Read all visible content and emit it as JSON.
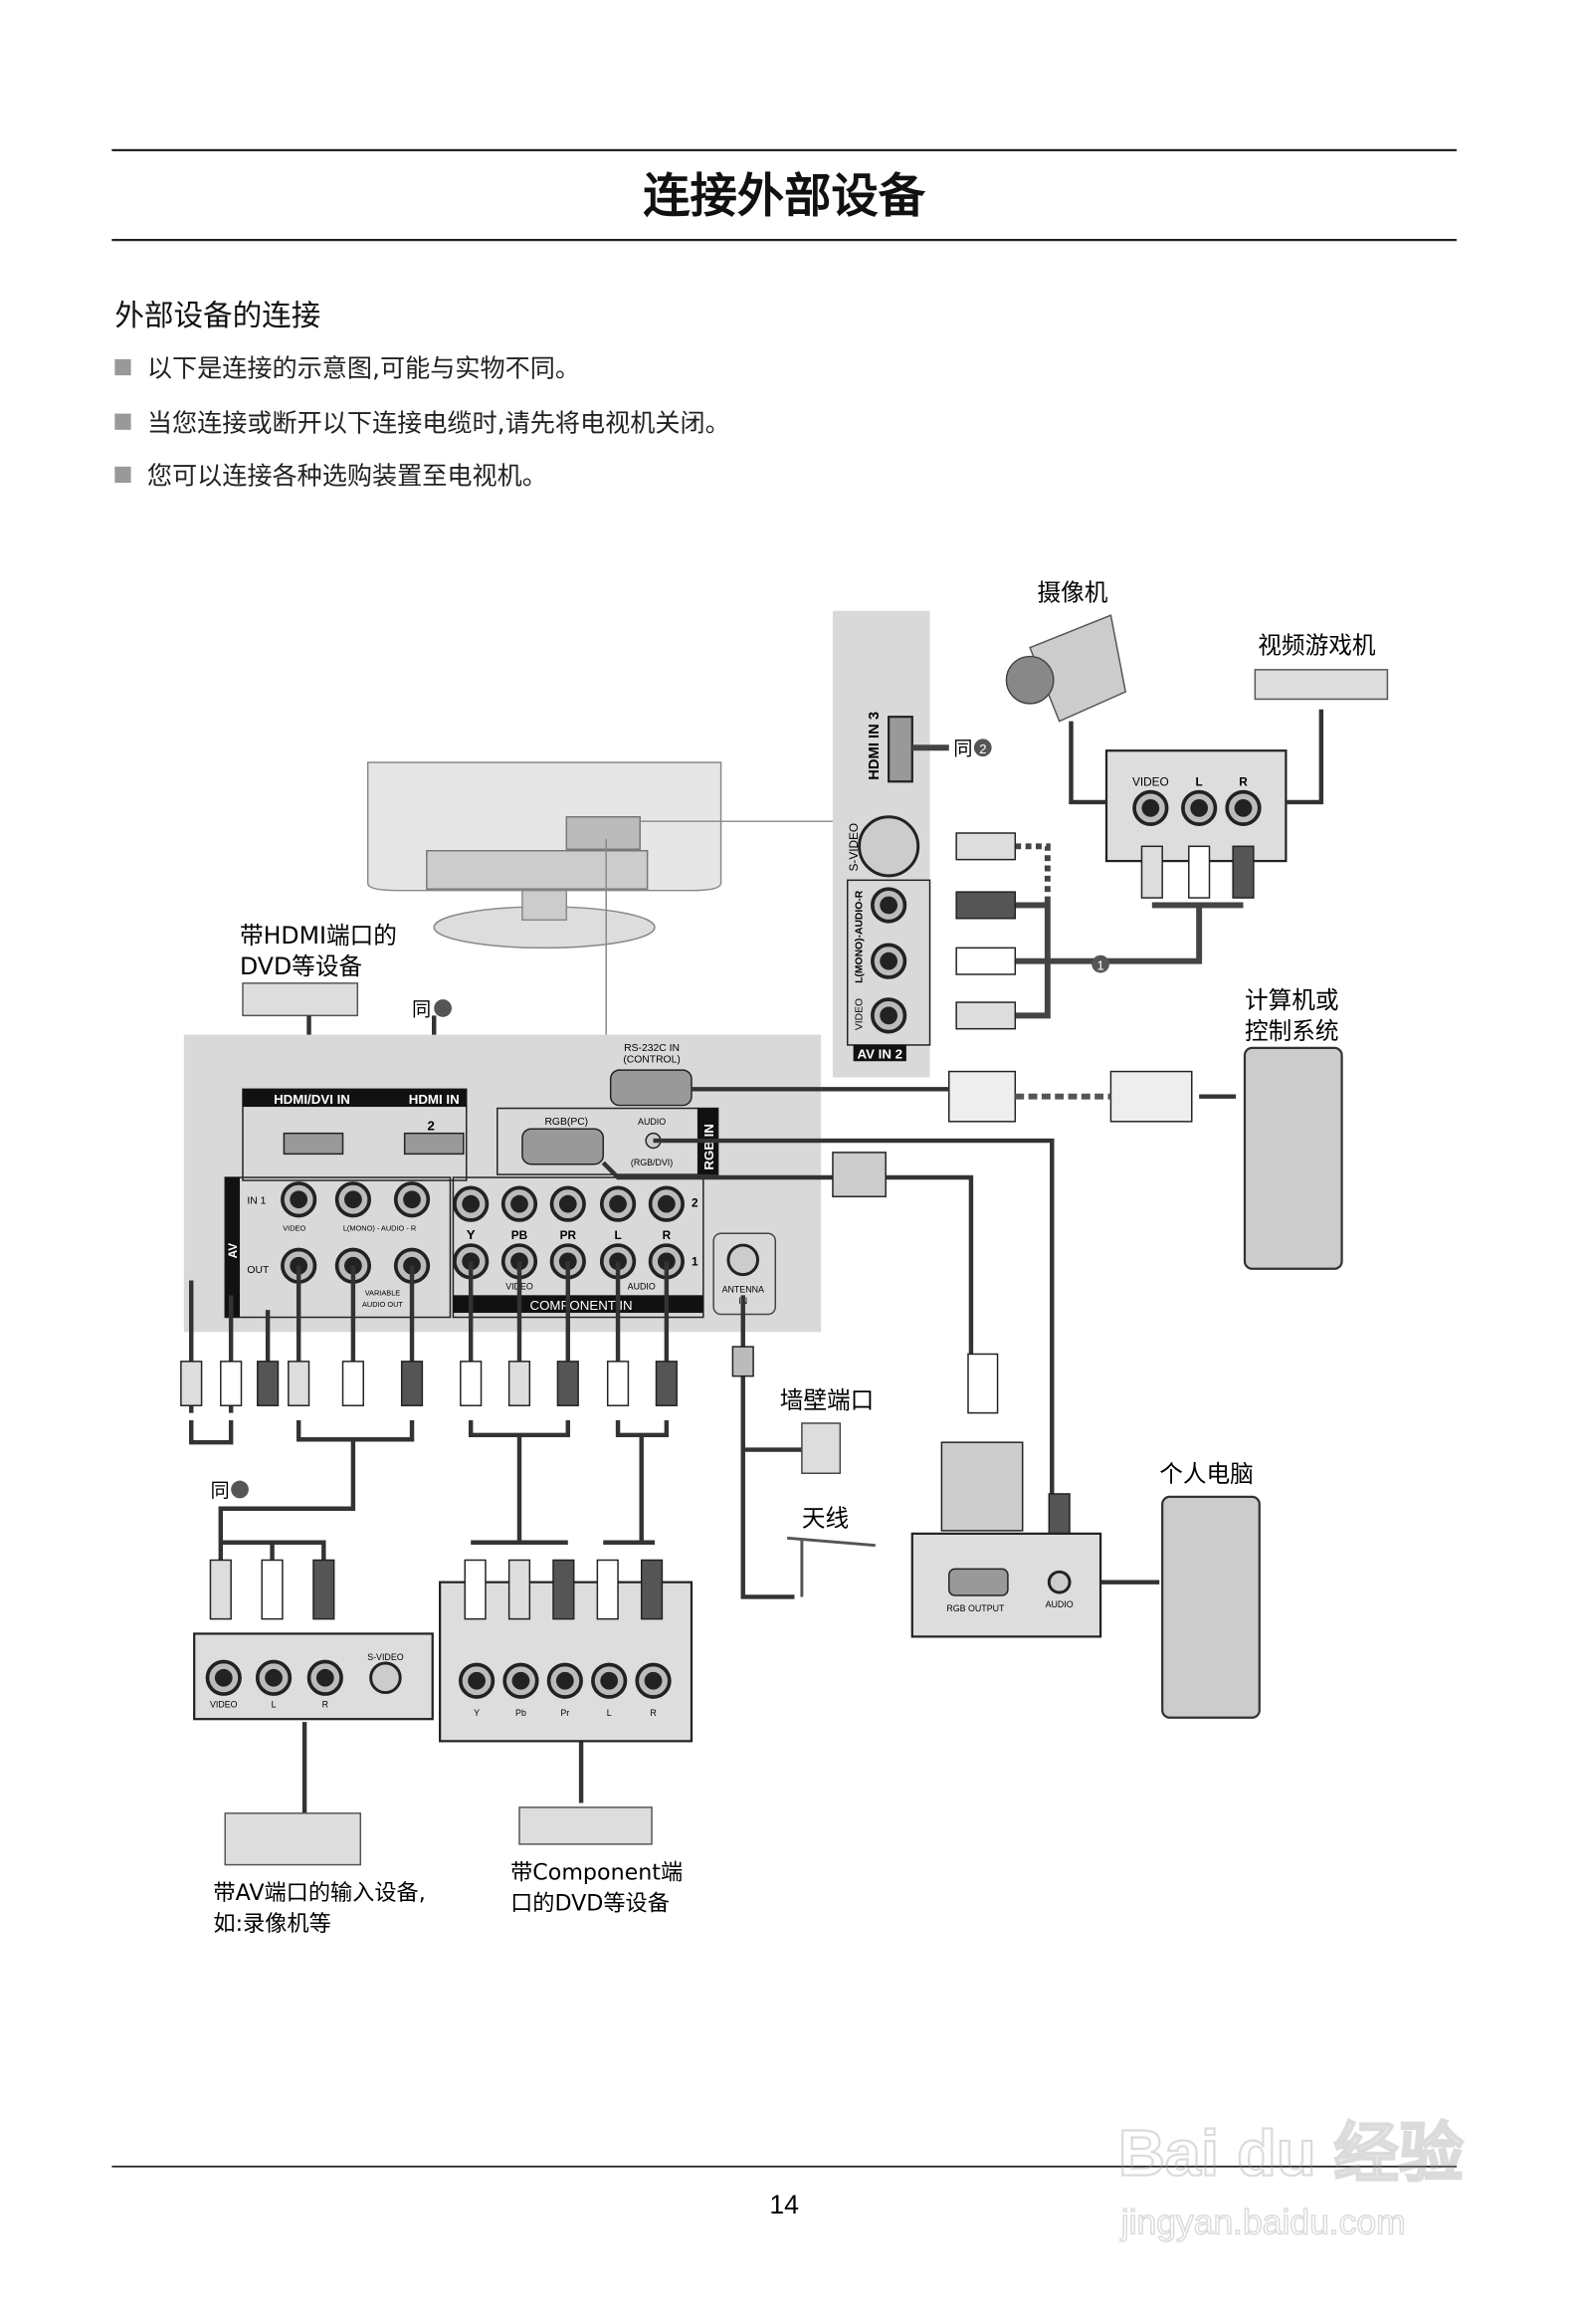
{
  "header": {
    "title": "连接外部设备"
  },
  "section": {
    "heading": "外部设备的连接",
    "bullets": [
      "以下是连接的示意图,可能与实物不同。",
      "当您连接或断开以下连接电缆时,请先将电视机关闭。",
      "您可以连接各种选购装置至电视机。"
    ]
  },
  "diagram": {
    "devices": {
      "camcorder": "摄像机",
      "game": "视频游戏机",
      "pc_control_1": "计算机或",
      "pc_control_2": "控制系统",
      "hdmi_dvd_1": "带HDMI端口的",
      "hdmi_dvd_2": "DVD等设备",
      "pc": "个人电脑",
      "wall": "墙壁端口",
      "antenna": "天线",
      "av_dev_1": "带AV端口的输入设备,",
      "av_dev_2": "如:录像机等",
      "comp_dev_1": "带Component端",
      "comp_dev_2": "口的DVD等设备"
    },
    "refs": {
      "same2": "同",
      "same1": "同",
      "n1": "1",
      "n2": "2"
    },
    "side_panel": {
      "hdmi3": "HDMI IN 3",
      "svideo": "S-VIDEO",
      "audio": "L(MONO)-AUDIO-R",
      "video": "VIDEO",
      "avin2": "AV IN 2"
    },
    "main_panel": {
      "hdmi_dvi_in": "HDMI/DVI IN",
      "hdmi_in": "HDMI IN",
      "hdmi_num": "2",
      "rs232": "RS-232C IN",
      "control": "(CONTROL)",
      "rgb_pc": "RGB(PC)",
      "audio": "AUDIO",
      "rgb_dvi": "(RGB/DVI)",
      "rgb_in": "RGB IN",
      "av": "AV",
      "in1": "IN 1",
      "out": "OUT",
      "video": "VIDEO",
      "lmono": "L(MONO) - AUDIO - R",
      "variable": "VARIABLE",
      "audio_out": "AUDIO OUT",
      "y": "Y",
      "pb": "PB",
      "pr": "PR",
      "l": "L",
      "r": "R",
      "two": "2",
      "one": "1",
      "comp_video": "VIDEO",
      "comp_audio": "AUDIO",
      "component_in": "COMPONENT IN",
      "antenna": "ANTENNA",
      "antenna_in": "IN"
    },
    "cam_box": {
      "video": "VIDEO",
      "l": "L",
      "r": "R"
    },
    "av_box": {
      "video": "VIDEO",
      "l": "L",
      "r": "R",
      "svideo": "S-VIDEO"
    },
    "comp_box": {
      "y": "Y",
      "pb": "Pb",
      "pr": "Pr",
      "l": "L",
      "r": "R"
    },
    "pc_box": {
      "rgb_out": "RGB OUTPUT",
      "audio": "AUDIO"
    }
  },
  "footer": {
    "page_number": "14"
  },
  "watermark": {
    "brand": "Bai du 经验",
    "url": "jingyan.baidu.com"
  }
}
